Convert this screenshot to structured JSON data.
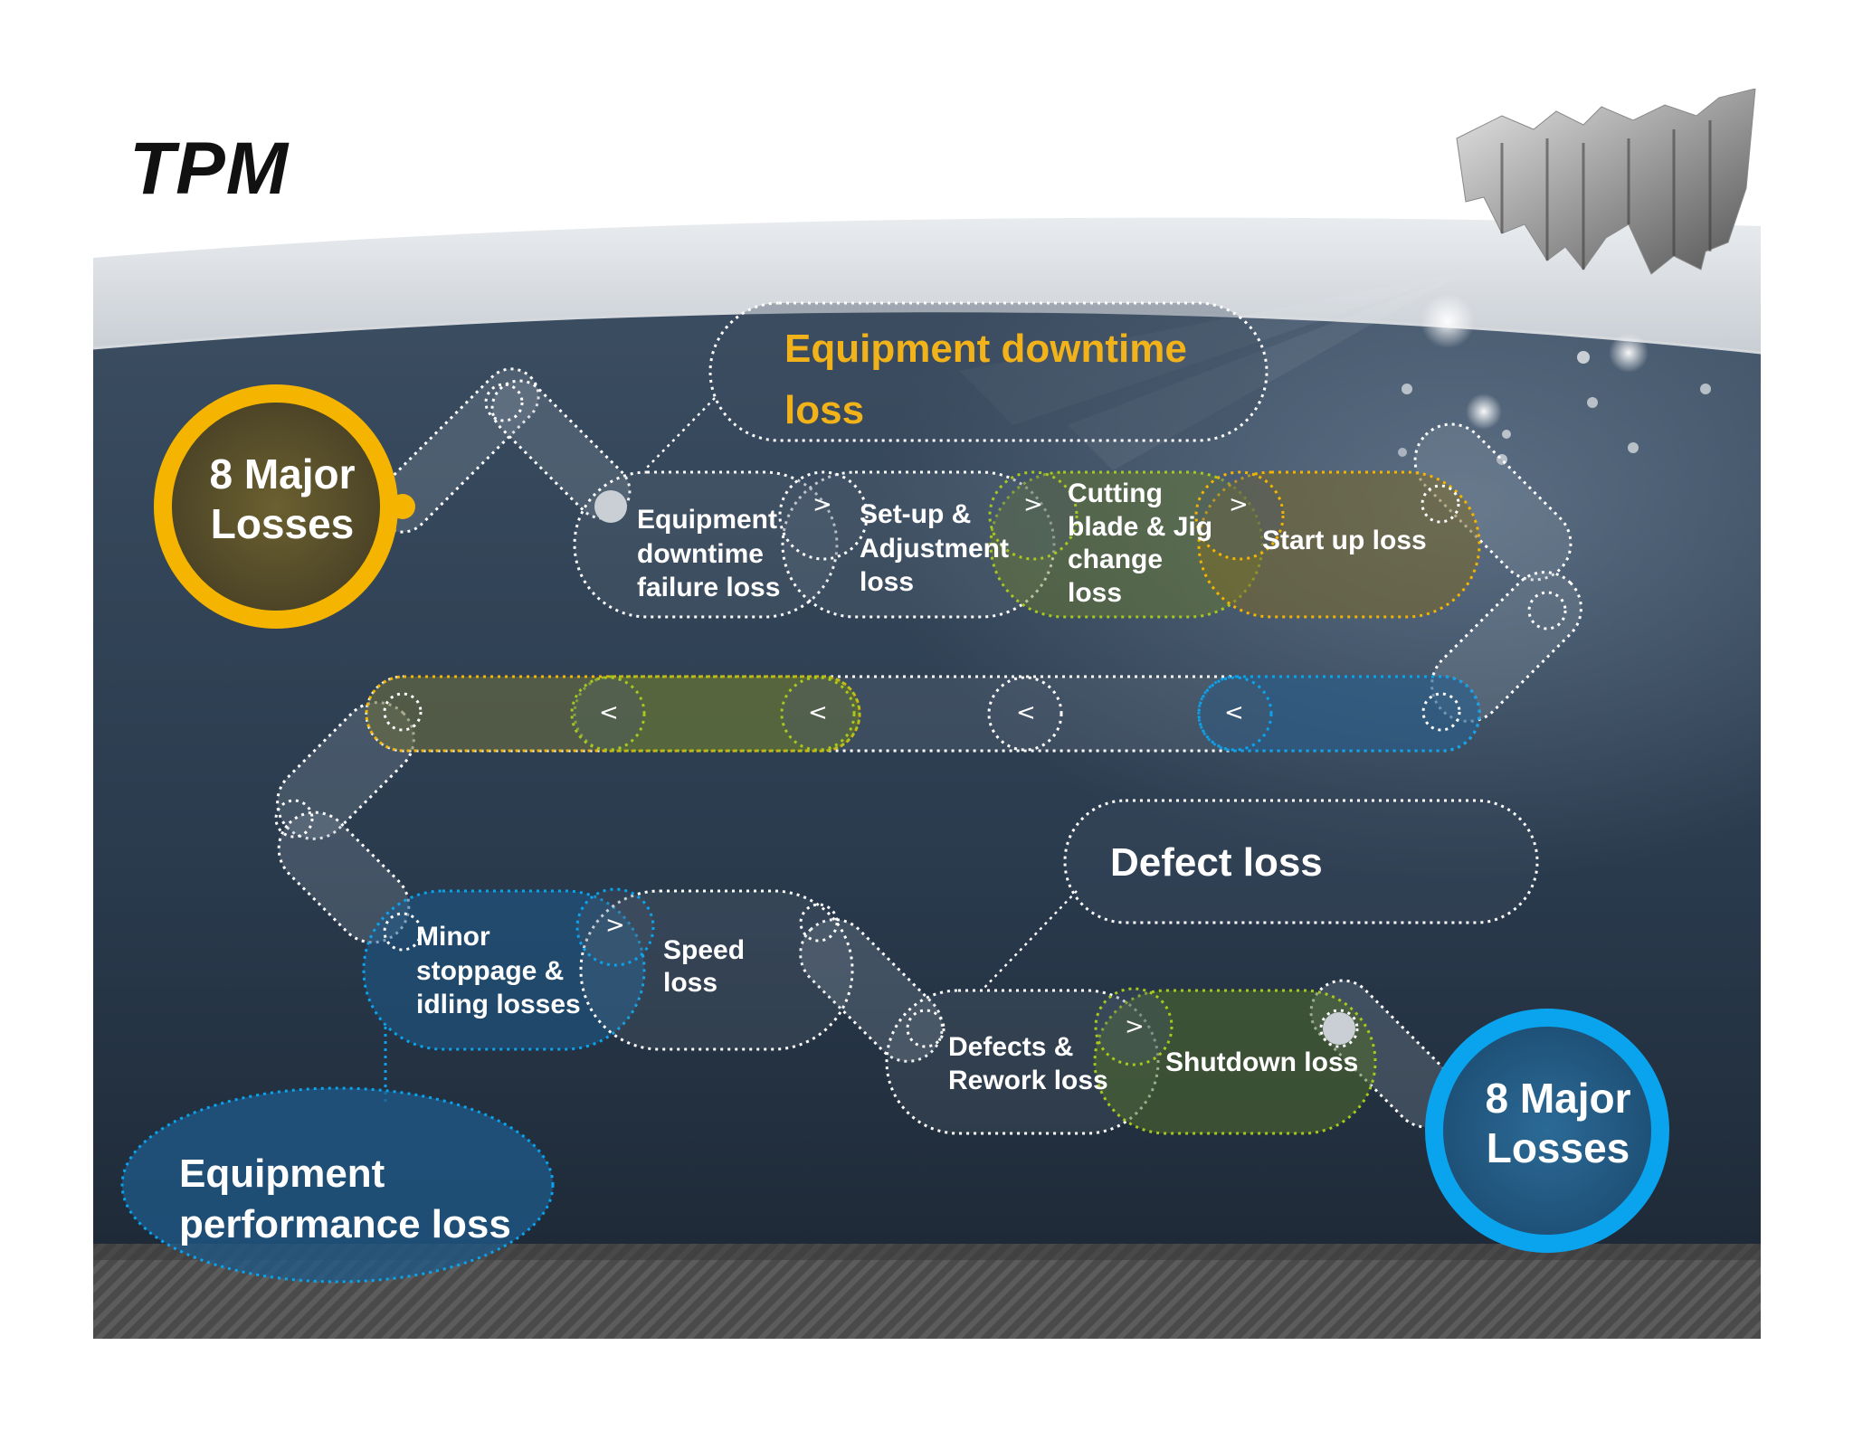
{
  "slide": {
    "title": "TPM",
    "colors": {
      "stage_bg": "#2a3a4c",
      "accent_yellow": "#f4b400",
      "accent_blue": "#0aa4ee",
      "accent_green": "#a8c81e",
      "callout_blue": "#1f5a8a"
    },
    "hub_start": {
      "label": "8 Major Losses"
    },
    "hub_end": {
      "label": "8 Major Losses"
    },
    "categories": {
      "equipment_downtime": "Equipment downtime loss",
      "defect": "Defect loss",
      "equipment_performance": "Equipment performance loss"
    },
    "losses": [
      {
        "label": "Equipment downtime failure loss"
      },
      {
        "label": "Set-up & Adjustment loss"
      },
      {
        "label": "Cutting blade & Jig change loss"
      },
      {
        "label": "Start up loss"
      },
      {
        "label": "Minor stoppage & idling losses"
      },
      {
        "label": "Speed loss"
      },
      {
        "label": "Defects & Rework loss"
      },
      {
        "label": "Shutdown loss"
      }
    ],
    "arrows": {
      "right": ">",
      "left": "<"
    },
    "icons": [
      "globe-icon"
    ]
  }
}
